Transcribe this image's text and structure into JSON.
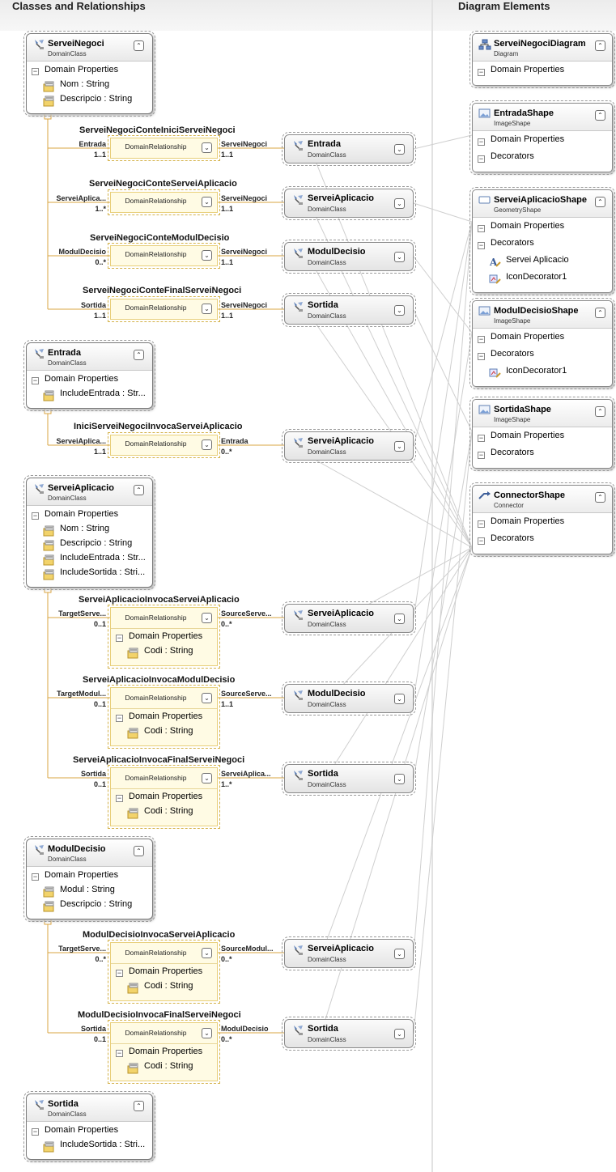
{
  "panels": {
    "classes_title": "Classes and Relationships",
    "elements_title": "Diagram Elements"
  },
  "colors": {
    "relationship_fill": "#fffbe4",
    "relationship_border": "#e8cf7a",
    "connector_line": "#d9a441",
    "mapping_line": "#cfcfcf"
  },
  "labels": {
    "domain_class": "DomainClass",
    "domain_relationship": "DomainRelationship",
    "domain_properties": "Domain Properties",
    "decorators": "Decorators"
  },
  "classes": [
    {
      "name": "ServeiNegoci",
      "icon": "domain-class-icon",
      "props": [
        "Nom : String",
        "Descripcio : String"
      ]
    },
    {
      "name": "Entrada",
      "icon": "domain-class-icon",
      "props": [
        "IncludeEntrada : Str..."
      ]
    },
    {
      "name": "ServeiAplicacio",
      "icon": "domain-class-icon",
      "props": [
        "Nom : String",
        "Descripcio : String",
        "IncludeEntrada : Str...",
        "IncludeSortida : Stri..."
      ]
    },
    {
      "name": "ModulDecisio",
      "icon": "domain-class-icon",
      "props": [
        "Modul : String",
        "Descripcio : String"
      ]
    },
    {
      "name": "Sortida",
      "icon": "domain-class-icon",
      "props": [
        "IncludeSortida : Stri..."
      ]
    }
  ],
  "relationships": [
    {
      "name": "ServeiNegociConteIniciServeiNegoci",
      "source_role": "Entrada",
      "source_mult": "1..1",
      "target_role": "ServeiNegoci",
      "target_mult": "1..1",
      "target_class": "Entrada"
    },
    {
      "name": "ServeiNegociConteServeiAplicacio",
      "source_role": "ServeiAplica...",
      "source_mult": "1..*",
      "target_role": "ServeiNegoci",
      "target_mult": "1..1",
      "target_class": "ServeiAplicacio"
    },
    {
      "name": "ServeiNegociConteModulDecisio",
      "source_role": "ModulDecisio",
      "source_mult": "0..*",
      "target_role": "ServeiNegoci",
      "target_mult": "1..1",
      "target_class": "ModulDecisio"
    },
    {
      "name": "ServeiNegociConteFinalServeiNegoci",
      "source_role": "Sortida",
      "source_mult": "1..1",
      "target_role": "ServeiNegoci",
      "target_mult": "1..1",
      "target_class": "Sortida"
    },
    {
      "name": "IniciServeiNegociInvocaServeiAplicacio",
      "source_role": "ServeiAplica...",
      "source_mult": "1..1",
      "target_role": "Entrada",
      "target_mult": "0..*",
      "target_class": "ServeiAplicacio"
    },
    {
      "name": "ServeiAplicacioInvocaServeiAplicacio",
      "source_role": "TargetServe...",
      "source_mult": "0..1",
      "target_role": "SourceServe...",
      "target_mult": "0..*",
      "target_class": "ServeiAplicacio",
      "props": [
        "Codi : String"
      ]
    },
    {
      "name": "ServeiAplicacioInvocaModulDecisio",
      "source_role": "TargetModul...",
      "source_mult": "0..1",
      "target_role": "SourceServe...",
      "target_mult": "1..1",
      "target_class": "ModulDecisio",
      "props": [
        "Codi : String"
      ]
    },
    {
      "name": "ServeiAplicacioInvocaFinalServeiNegoci",
      "source_role": "Sortida",
      "source_mult": "0..1",
      "target_role": "ServeiAplica...",
      "target_mult": "1..*",
      "target_class": "Sortida",
      "props": [
        "Codi : String"
      ]
    },
    {
      "name": "ModulDecisioInvocaServeiAplicacio",
      "source_role": "TargetServe...",
      "source_mult": "0..*",
      "target_role": "SourceModul...",
      "target_mult": "0..*",
      "target_class": "ServeiAplicacio",
      "props": [
        "Codi : String"
      ]
    },
    {
      "name": "ModulDecisioInvocaFinalServeiNegoci",
      "source_role": "Sortida",
      "source_mult": "0..1",
      "target_role": "ModulDecisio",
      "target_mult": "0..*",
      "target_class": "Sortida",
      "props": [
        "Codi : String"
      ]
    }
  ],
  "diagram_elements": [
    {
      "name": "ServeiNegociDiagram",
      "stereotype": "Diagram",
      "icon": "diagram-icon",
      "has_decorators": false,
      "decorators": []
    },
    {
      "name": "EntradaShape",
      "stereotype": "ImageShape",
      "icon": "image-shape-icon",
      "has_decorators": true,
      "decorators": []
    },
    {
      "name": "ServeiAplicacioShape",
      "stereotype": "GeometryShape",
      "icon": "geometry-shape-icon",
      "has_decorators": true,
      "decorators": [
        {
          "label": "Servei Aplicacio",
          "icon": "text-decorator-icon"
        },
        {
          "label": "IconDecorator1",
          "icon": "icon-decorator-icon"
        }
      ]
    },
    {
      "name": "ModulDecisioShape",
      "stereotype": "ImageShape",
      "icon": "image-shape-icon",
      "has_decorators": true,
      "decorators": [
        {
          "label": "IconDecorator1",
          "icon": "icon-decorator-icon"
        }
      ]
    },
    {
      "name": "SortidaShape",
      "stereotype": "ImageShape",
      "icon": "image-shape-icon",
      "has_decorators": true,
      "decorators": []
    },
    {
      "name": "ConnectorShape",
      "stereotype": "Connector",
      "icon": "connector-shape-icon",
      "has_decorators": true,
      "decorators": []
    }
  ]
}
